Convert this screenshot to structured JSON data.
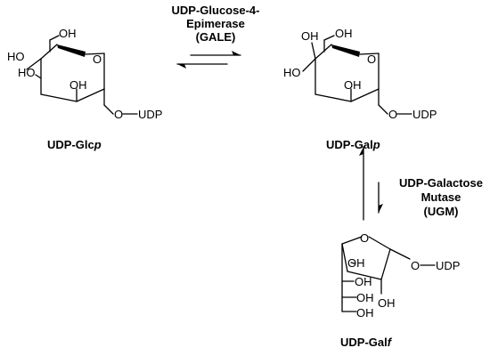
{
  "reaction1": {
    "enzyme_line1": "UDP-Glucose-4-",
    "enzyme_line2": "Epimerase",
    "enzyme_abbrev": "(GALE)"
  },
  "reaction2": {
    "enzyme_line1": "UDP-Galactose",
    "enzyme_line2": "Mutase",
    "enzyme_abbrev": "(UGM)"
  },
  "compounds": {
    "glcp": {
      "name_prefix": "UDP-Glc",
      "name_suffix": "p"
    },
    "galp": {
      "name_prefix": "UDP-Gal",
      "name_suffix": "p"
    },
    "galf": {
      "name_prefix": "UDP-Gal",
      "name_suffix": "f"
    }
  },
  "atoms": {
    "oh": "OH",
    "ho": "HO",
    "o": "O",
    "udp": "UDP"
  }
}
